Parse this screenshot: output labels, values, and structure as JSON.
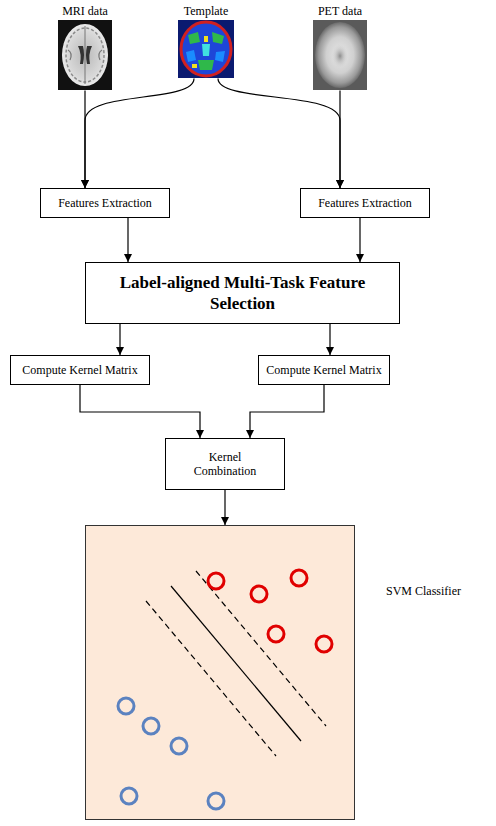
{
  "diagram": {
    "nodes": [
      {
        "text": [
          "MRI data"
        ]
      },
      {
        "text": [
          "Template"
        ]
      },
      {
        "text": [
          "PET data"
        ]
      },
      {
        "text": [
          "Features Extraction"
        ]
      },
      {
        "text": [
          "Features Extraction"
        ]
      },
      {
        "text": [
          "Label-aligned Multi-Task Feature Selection"
        ]
      },
      {
        "text": [
          "Compute Kernel Matrix"
        ]
      },
      {
        "text": [
          "Compute Kernel Matrix"
        ]
      },
      {
        "text": [
          "Kernel Combination"
        ]
      },
      {
        "text": [
          "SVM Classifier"
        ]
      }
    ],
    "edges": [
      {
        "from": 0,
        "to": 3,
        "arrow": "to"
      },
      {
        "from": 1,
        "to": 3,
        "arrow": "to"
      },
      {
        "from": 1,
        "to": 4,
        "arrow": "to"
      },
      {
        "from": 2,
        "to": 4,
        "arrow": "to"
      },
      {
        "from": 3,
        "to": 5,
        "arrow": "to"
      },
      {
        "from": 4,
        "to": 5,
        "arrow": "to"
      },
      {
        "from": 5,
        "to": 6,
        "arrow": "to"
      },
      {
        "from": 5,
        "to": 7,
        "arrow": "to"
      },
      {
        "from": 6,
        "to": 8,
        "arrow": "to"
      },
      {
        "from": 7,
        "to": 8,
        "arrow": "to"
      },
      {
        "from": 8,
        "to": 9,
        "arrow": "to"
      }
    ]
  }
}
